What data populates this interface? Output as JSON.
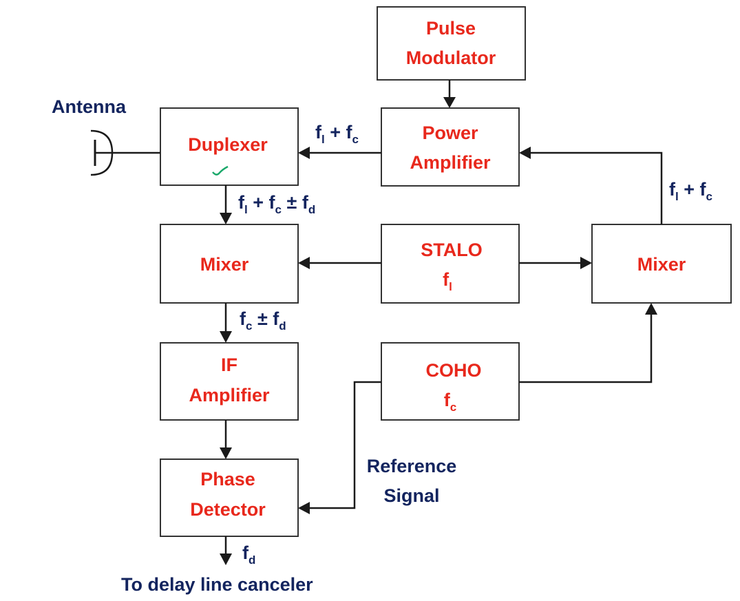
{
  "blocks": {
    "pulse_modulator": [
      "Pulse",
      "Modulator"
    ],
    "duplexer": "Duplexer",
    "power_amplifier": [
      "Power",
      "Amplifier"
    ],
    "mixer_receiver": "Mixer",
    "stalo": [
      "STALO",
      "f",
      "l"
    ],
    "mixer_transmit": "Mixer",
    "if_amplifier": [
      "IF",
      "Amplifier"
    ],
    "coho": [
      "COHO",
      "f",
      "c"
    ],
    "phase_detector": [
      "Phase",
      "Detector"
    ]
  },
  "labels": {
    "antenna": "Antenna",
    "reference_signal": [
      "Reference",
      "Signal"
    ],
    "output": "To delay line canceler"
  },
  "signals": {
    "f": "f",
    "l": "l",
    "c": "c",
    "d": "d",
    "plus": " + ",
    "plus_minus": " ± "
  },
  "colors": {
    "block_text": "#e8281c",
    "label_text": "#13245e",
    "checkmark": "#1aa86a"
  }
}
